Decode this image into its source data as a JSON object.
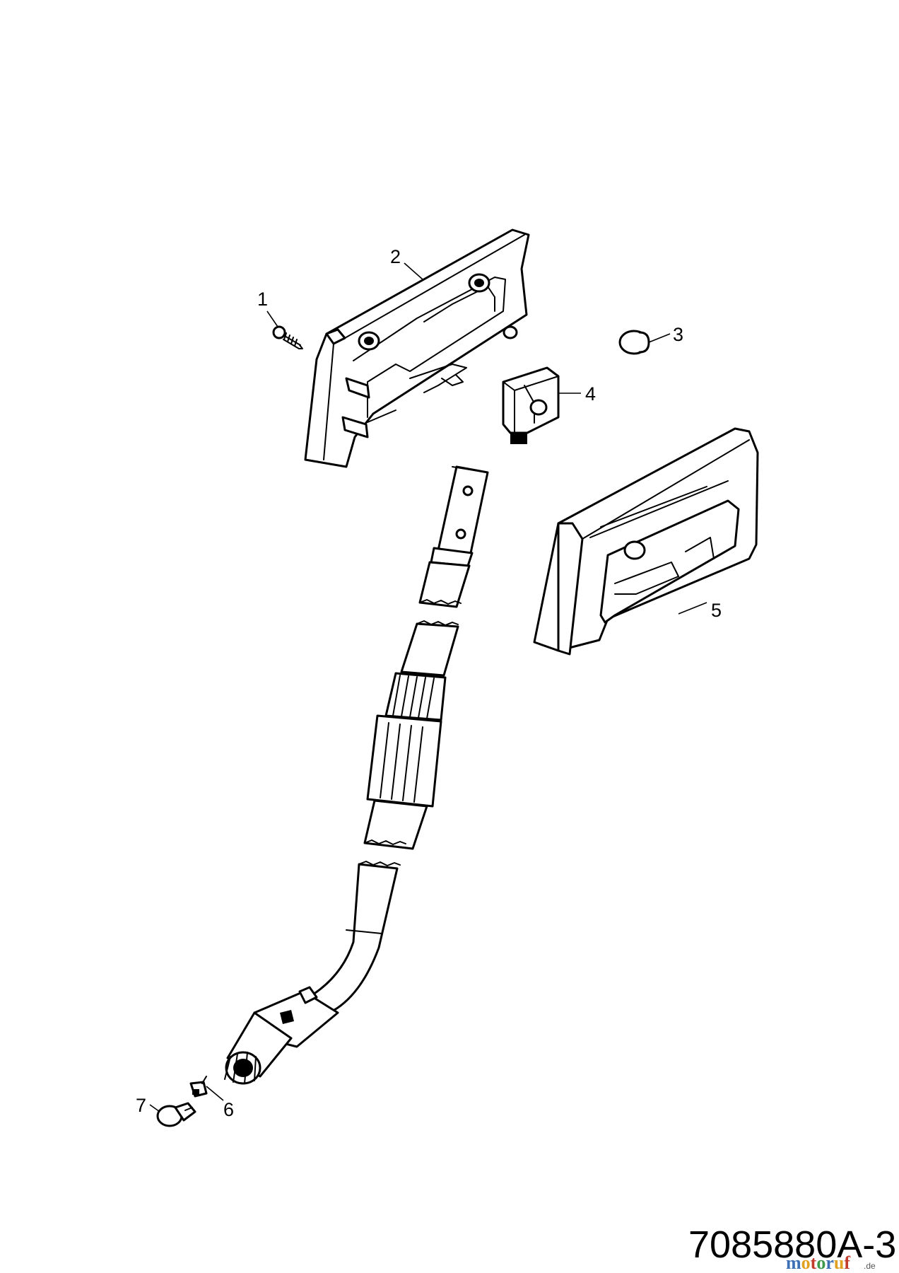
{
  "callouts": {
    "c1": "1",
    "c2": "2",
    "c3": "3",
    "c4": "4",
    "c5": "5",
    "c6": "6",
    "c7": "7"
  },
  "drawing_number": "7085880A-3",
  "watermark": {
    "brand": "motoruf",
    "suffix": ".de",
    "colors": [
      "#3d6fb5",
      "#e0a020",
      "#c23b2b",
      "#3d9a4b",
      "#3d6fb5",
      "#e0a020",
      "#c23b2b"
    ]
  }
}
